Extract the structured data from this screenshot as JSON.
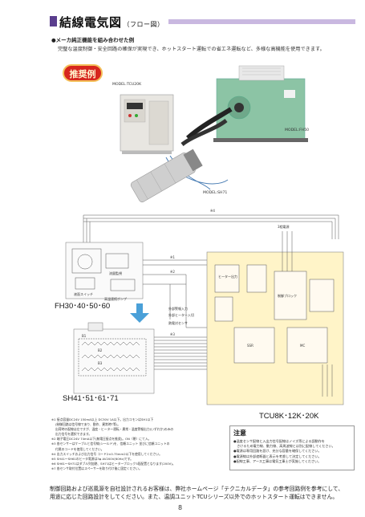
{
  "header": {
    "title": "結線電気図",
    "subtitle": "（フロー図）"
  },
  "intro": {
    "bullet": "●メーカ純正機能を組み合わせた例",
    "description": "完璧な温度制御・安全回路の確保が実現でき、ホットスタート運転での省エネ運転など、多様な高機能を使用できます。"
  },
  "badge": {
    "label": "推奨例"
  },
  "photos": {
    "tcu_model": "MODEL:TCU20K",
    "fh_model": "MODEL:FH50",
    "sh_model": "MODEL:SH71"
  },
  "diagram": {
    "fh_label": "FH30･40･50･60",
    "sh_label": "SH41･51･61･71",
    "tcu_label": "TCU8K･12K･20K",
    "small": {
      "heater_pump": "高温連続ポンプ",
      "flow_switch": "流量監視",
      "level_sw": "液面スイッチ",
      "ext_alarm": "外部警報入力",
      "ext_stop": "外部ヒーター入切",
      "temp_sensor": "熱電対センサ",
      "power": "3相電源",
      "control_unit": "制御ブロック",
      "heater_relay": "ヒーター出力",
      "ssr": "SSR",
      "mc": "MC",
      "h1": "※1",
      "h2": "※2",
      "h3": "※3",
      "h4": "※4",
      "b1": "B1",
      "b2": "B2",
      "b3": "B3"
    }
  },
  "notes": [
    "※1 接点容量DC24V 150mA以上 DC30V 1A以下。出力コモンはSH1以下",
    "　 (制御回路は信号線であり、動作、異常時T等)。",
    "　 出荷時の配線は左ですが、温度・ヒーター運転・異常・温度警報出力(いずれか)のみの",
    "　 出力信号を選択できます。",
    "※2 端子電圧DC24V 74mA以下(無電圧接点を推奨)。ON（閉）にて入。",
    "※3 各センサーはケーブルと信号線(シールド)を、信頼ユニット 並びに信頼ユニットの",
    "　 付属のコードを使用してください。",
    "※4 出力スイッチおよび出力信号 コード2×0.75mm2以下を使用してください。",
    "※5 SH41〜SH61のヒータ電源は3φ AV200V(60Hz)です。",
    "※6 SH61〜SH71はダブル列加熱、SH71はヒーターブロック3段配置となります(200V)。",
    "※7 各センサ取付位置はスペーサーを取り付け後に固定ください。"
  ],
  "caution": {
    "title": "注意",
    "items": [
      "●温度センサ配線と入出力信号配線はノイズ等による誤動作を",
      "　さけるため電力線、動力線、高周波線とは別に配線してください。",
      "●電源は専用回路を設け、充分な容量を確保してください。",
      "●電源線は外部遮断器と表示を考慮して決定してください。",
      "●配線工事、アース工事は電気工事士が実施してください。"
    ]
  },
  "footer": {
    "line1": "制御回路および巡風源を自社設計されるお客様は、弊社ホームページ「テクニカルデータ」の参考回路例を参考にして、",
    "line2": "用途に応じた回路設計をしてください。また、温調ユニットTCUシリーズ以外でのホットスタート運転はできません。"
  },
  "page": {
    "number": "8"
  },
  "colors": {
    "accent": "#5a3e8e",
    "bar": "#c9b8e0",
    "badge": "#d7261e",
    "tcu_box": "#fff4c8",
    "arrow": "#4aa0d8",
    "machine": "#7fb89a"
  }
}
